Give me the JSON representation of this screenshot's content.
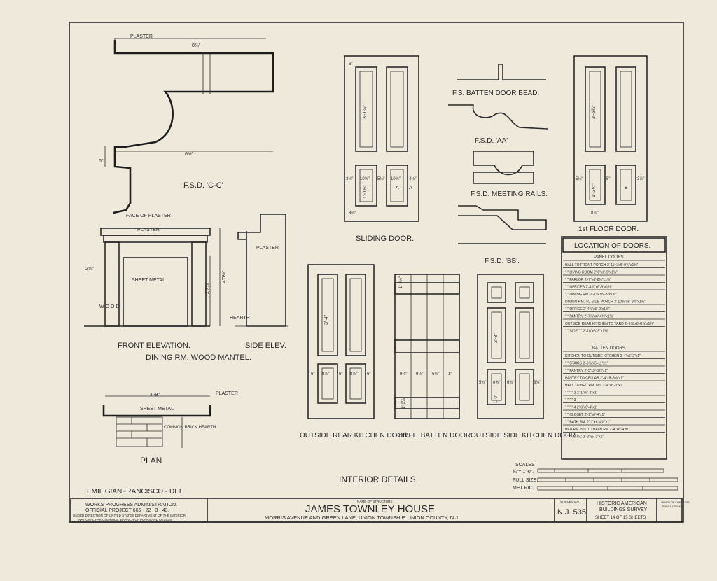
{
  "details": {
    "fsd_cc": {
      "title": "F.S.D. 'C-C'",
      "plaster": "PLASTER",
      "top_dim": "8¾\"",
      "mid_dim": "6½\"",
      "left_dim": "6\""
    },
    "mantel": {
      "title": "FRONT ELEVATION.",
      "side_title": "SIDE ELEV.",
      "subtitle": "DINING RM. WOOD MANTEL.",
      "face": "FACE OF PLASTER",
      "plaster": "PLASTER",
      "sheet_metal": "SHEET METAL",
      "wood": "W O O D",
      "height": "4'0½\"",
      "inner_height": "2'7¼\"",
      "side_plaster": "PLASTER",
      "hearth": "HEARTH",
      "left_dim": "2⅝\""
    },
    "plan": {
      "title": "PLAN",
      "width": "4'-9\"",
      "plaster": "PLASTER",
      "sheet_metal": "SHEET METAL",
      "brick": "COMMON BRICK HEARTH"
    },
    "sliding_door": {
      "title": "SLIDING DOOR.",
      "upper": "3'-1⅞\"",
      "lower": "1'-0⅝\"",
      "a": "A",
      "a2": "A",
      "w1": "3⅛\"",
      "w2": "10⅝\"",
      "w3": "5⅛\"",
      "w4": "10⅝\"",
      "w5": "4⅛\"",
      "top": "6\"",
      "bottom": "8⅞\""
    },
    "batten_bead": {
      "title": "F.S. BATTEN DOOR BEAD."
    },
    "fsd_aa": {
      "title": "F.S.D. 'AA'"
    },
    "meeting_rails": {
      "title": "F.S.D. MEETING RAILS."
    },
    "fsd_bb": {
      "title": "F.S.D. 'BB'."
    },
    "first_floor_door": {
      "title": "1st FLOOR DOOR.",
      "upper": "3'-5¾\"",
      "lower": "1'-3¼\"",
      "b": "B",
      "w1": "5⅛\"",
      "w2": "5\"",
      "w3": "3⅞\"",
      "bottom": "8⅞\""
    },
    "rear_door": {
      "title": "OUTSIDE REAR KITCHEN DOOR.",
      "upper": "3'-4\"",
      "w1": "6\"",
      "w2": "8⅞\"",
      "w3": "6\"",
      "w4": "8⅞\"",
      "w5": "6\""
    },
    "batten_door": {
      "title": "2nd FL. BATTEN DOOR.",
      "top": "1'-9¼\"",
      "w1": "9½\"",
      "w2": "9½\"",
      "w3": "6¾\"",
      "w4": "1\"",
      "bottom": "1'-3¼\""
    },
    "side_door": {
      "title": "OUTSIDE SIDE KITCHEN DOOR.",
      "upper": "2'-3\"",
      "w1": "5¾\"",
      "w2": "8⅝\"",
      "w3": "6⅜\"",
      "w4": "3¾\"",
      "lower": "1'-0\""
    }
  },
  "location_table": {
    "title": "LOCATION OF DOORS.",
    "panel_header": "PANEL DOORS",
    "panel_rows": [
      "HALL TO FRONT PORCH  3'-11¾\"x6'-9¾\"x1⅜\"",
      "\"  \" LIVING ROOM  2'-8\"x6'-9\"x1⅜\"",
      "\"  \" PARLOR  2'-7\"x6'-8⅜\"x1⅜\"",
      "\"  \" OFFICES  2'-4⅞\"x6'-9\"x1⅜\"",
      "\"  \" DINING RM.  2'-7⅜\"x6'-8\"x1⅜\"",
      "DINING RM. TO SIDE PORCH  3'-10⅜\"x6'-9⅞\"x1⅜\"",
      "\"  \" OFFICE  2'-4⅞\"x6'-9\"x1⅜\"",
      "\"  \" PANTRY  2'-7⅞\"x6'-4⅜\"x1⅜\"",
      "OUTSIDE REAR KITCHEN TO YARD  2'-9⅞\"x6'-8⅞\"x1⅜\"",
      "\"  \" SIDE  \"  \"  2'-10\"x6'-5\"x1⅜\""
    ],
    "batten_header": "BATTEN DOORS",
    "batten_rows": [
      "KITCHEN TO OUTSIDE KITCHEN  2'-4\"x6'-2\"x1\"",
      "\"  \" STAIRS  2'-0⅞\"x5'-11\"x1\"",
      "\"  \" PANTRY  2'-5\"x5'-3⅞\"x1\"",
      "PANTRY TO CELLAR  2'-4\"x5'-5⅛\"x1\"",
      "HALL TO BED RM. Nº1  2'-4\"x6'-0\"x1\"",
      "\"  \"  \"  \" 2  2'-1\"x6'-4\"x1\"",
      "\"  \"  \"  \" 3  -  -  -",
      "\"  \"  \"  \" 4  2'-6\"x6'-4\"x1\"",
      "\"  \" CLOSET  2'-1\"x6'-4\"x1\"",
      "\"  \" BATH RM.  2'-1\"x6'-4⅞\"x1\"",
      "BED RM. Nº1 TO BATH RM  2'-4\"x6'-4\"x1\"",
      "\"  \" 4 ATTIC  2'-2\"x5'-2\"x1\""
    ]
  },
  "scales": {
    "title": "SCALES",
    "row1": "¾\"= 1'-0\".",
    "row2": "FULL SIZE.",
    "row3": "MET RIC."
  },
  "sheet_title": "INTERIOR DETAILS.",
  "delineator": "EMIL GIANFRANCISCO - DEL.",
  "title_block": {
    "agency_l1": "WORKS PROGRESS ADMINISTRATION.",
    "agency_l2": "OFFICIAL PROJECT 665 - 22 - 3 - 43.",
    "agency_l3": "UNDER DIRECTION OF UNITED STATES DEPARTMENT OF THE INTERIOR",
    "agency_l4": "NATIONAL PARK SERVICE, BRANCH OF PLANS AND DESIGN",
    "name_label": "NAME OF STRUCTURE",
    "name": "JAMES TOWNLEY HOUSE",
    "address": "MORRIS AVENUE AND GREEN LANE, UNION TOWNSHIP, UNION COUNTY, N.J.",
    "survey_label": "SURVEY NO.",
    "survey_no": "N.J. 535",
    "habs_l1": "HISTORIC AMERICAN",
    "habs_l2": "BUILDINGS SURVEY",
    "sheet": "SHEET 14 OF 15 SHEETS",
    "lib_l1": "LIBRARY OF CONGRESS",
    "lib_l2": "PRINTS DIVISION"
  }
}
